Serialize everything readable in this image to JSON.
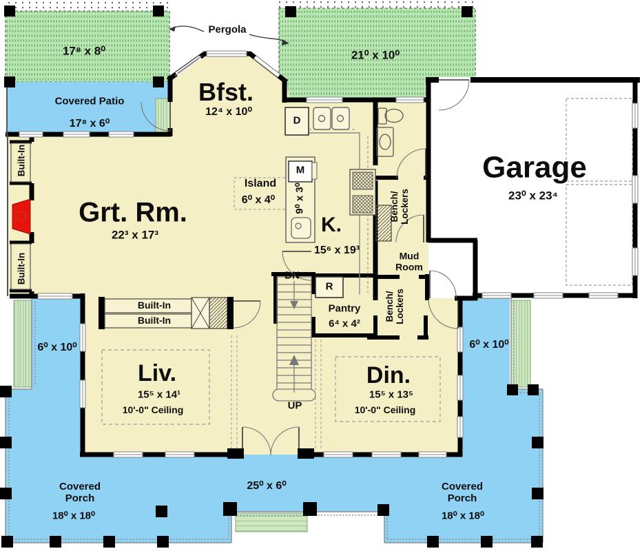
{
  "palette": {
    "interior": "#f5efc5",
    "porch_blue": "#8fd2f4",
    "pergola_green": "#b9e7b2",
    "steps_green": "#cfe7c1",
    "wall": "#000000",
    "fireplace_red": "#e41республ00d"
  },
  "rooms": {
    "pergola": {
      "label": "Pergola",
      "left_dim": "17⁸ x 8⁰",
      "right_dim": "21⁰ x 10⁰"
    },
    "covered_patio": {
      "name": "Covered Patio",
      "dim": "17⁸ x 6⁰"
    },
    "bfst": {
      "name": "Bfst.",
      "dim": "12⁴ x 10⁰"
    },
    "garage": {
      "name": "Garage",
      "dim": "23⁰ x 23⁴"
    },
    "great_room": {
      "name": "Grt. Rm.",
      "dim": "22³ x 17³"
    },
    "kitchen": {
      "name": "K.",
      "dim": "15⁶ x 19³"
    },
    "island": {
      "name": "Island",
      "dim": "6⁰ x 4⁰",
      "counter_dim": "9⁰ x 3⁰"
    },
    "mud_room": {
      "name": "Mud Room"
    },
    "pantry": {
      "name": "Pantry",
      "dim": "6⁴ x 4²"
    },
    "living": {
      "name": "Liv.",
      "dim": "15⁵ x 14¹",
      "ceiling": "10'-0\" Ceiling"
    },
    "dining": {
      "name": "Din.",
      "dim": "15⁵ x 13⁵",
      "ceiling": "10'-0\" Ceiling"
    },
    "porch_left": {
      "name": "Covered Porch",
      "dim": "18⁰ x 18⁰"
    },
    "porch_right": {
      "name": "Covered Porch",
      "dim": "18⁰ x 18⁰"
    },
    "porch_front": {
      "dim": "25⁰ x 6⁰"
    },
    "side_porch_left": {
      "dim": "6⁰ x 10⁰"
    },
    "side_porch_right": {
      "dim": "6⁰ x 10⁰"
    }
  },
  "features": {
    "built_in": "Built-In",
    "bench_lockers_line1": "Bench/",
    "bench_lockers_line2": "Lockers",
    "stairs_down": "DN",
    "stairs_up": "UP",
    "dishwasher": "D",
    "microwave": "M",
    "refrigerator": "R"
  }
}
